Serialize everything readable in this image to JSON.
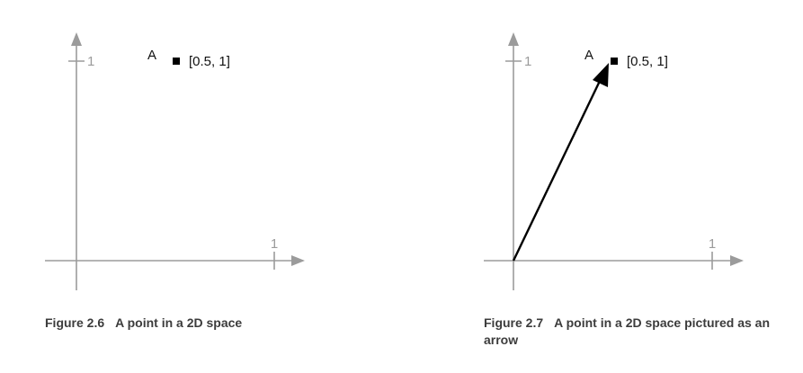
{
  "figures": [
    {
      "number": "Figure 2.6",
      "caption": "A point in a 2D space",
      "x_tick": "1",
      "y_tick": "1",
      "point": {
        "name": "A",
        "coords_label": "[0.5, 1]",
        "x": 0.5,
        "y": 1
      },
      "drawn_as_arrow": false
    },
    {
      "number": "Figure 2.7",
      "caption": "A point in a 2D space pictured as an arrow",
      "x_tick": "1",
      "y_tick": "1",
      "point": {
        "name": "A",
        "coords_label": "[0.5, 1]",
        "x": 0.5,
        "y": 1
      },
      "drawn_as_arrow": true
    }
  ]
}
